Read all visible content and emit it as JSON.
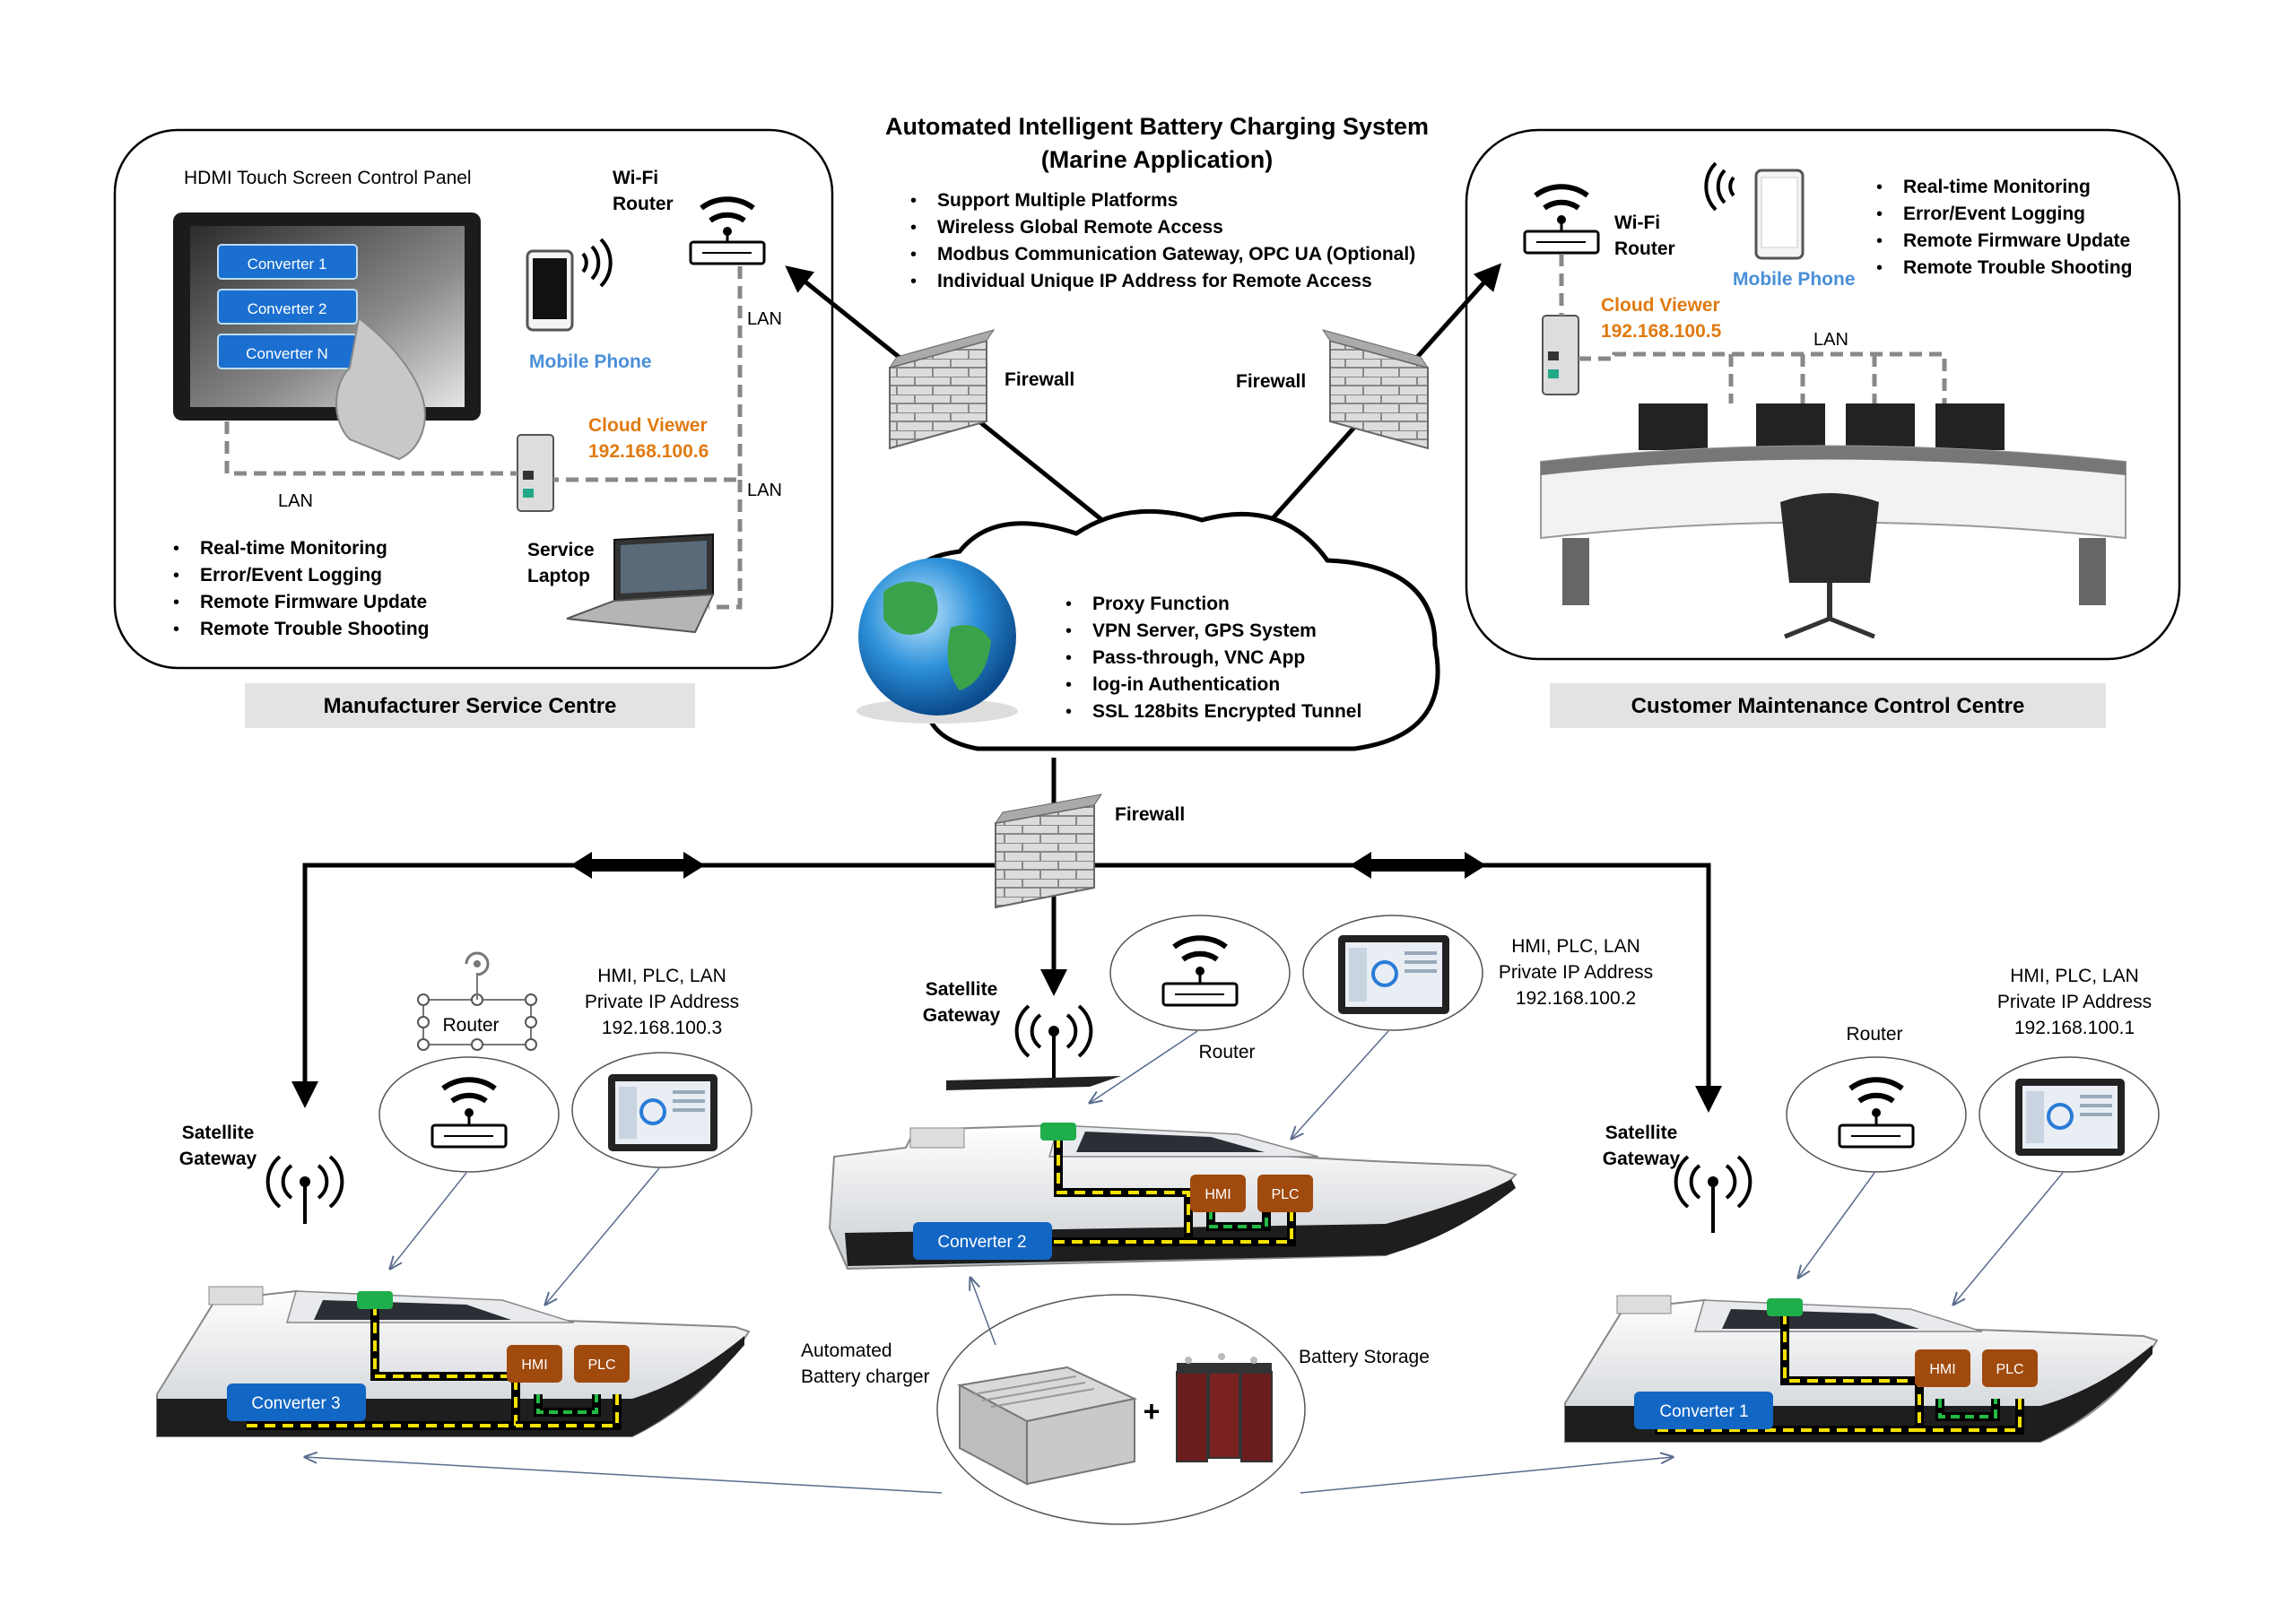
{
  "title": {
    "line1": "Automated Intelligent Battery Charging System",
    "line2": "(Marine Application)"
  },
  "title_bullets": [
    "Support Multiple Platforms",
    "Wireless Global Remote Access",
    "Modbus Communication Gateway, OPC UA (Optional)",
    "Individual Unique IP Address for Remote Access"
  ],
  "manufacturer": {
    "panel_title": "HDMI Touch Screen Control Panel",
    "converter_buttons": [
      "Converter 1",
      "Converter 2",
      "Converter N"
    ],
    "wifi_router": "Wi-Fi\nRouter",
    "mobile_phone": "Mobile Phone",
    "cloud_viewer": "Cloud Viewer",
    "cloud_viewer_ip": "192.168.100.6",
    "service_laptop": "Service\nLaptop",
    "lan_label": "LAN",
    "features": [
      "Real-time Monitoring",
      "Error/Event Logging",
      "Remote Firmware Update",
      "Remote Trouble Shooting"
    ],
    "banner": "Manufacturer Service Centre"
  },
  "customer": {
    "wifi_router": "Wi-Fi\nRouter",
    "mobile_phone": "Mobile Phone",
    "cloud_viewer": "Cloud Viewer",
    "cloud_viewer_ip": "192.168.100.5",
    "lan_label": "LAN",
    "features": [
      "Real-time Monitoring",
      "Error/Event Logging",
      "Remote Firmware Update",
      "Remote Trouble Shooting"
    ],
    "banner": "Customer Maintenance Control Centre"
  },
  "firewall_label": "Firewall",
  "cloud": {
    "features": [
      "Proxy Function",
      "VPN Server, GPS System",
      "Pass-through, VNC App",
      "log-in Authentication",
      "SSL 128bits Encrypted Tunnel"
    ]
  },
  "boats": {
    "left": {
      "gateway": "Satellite\nGateway",
      "router": "Router",
      "spec": "HMI, PLC, LAN\nPrivate IP Address\n192.168.100.3",
      "converter": "Converter 3",
      "hmi": "HMI",
      "plc": "PLC"
    },
    "center": {
      "gateway": "Satellite\nGateway",
      "router": "Router",
      "spec": "HMI, PLC, LAN\nPrivate IP Address\n192.168.100.2",
      "converter": "Converter 2",
      "hmi": "HMI",
      "plc": "PLC"
    },
    "right": {
      "gateway": "Satellite\nGateway",
      "router": "Router",
      "spec": "HMI, PLC, LAN\nPrivate IP Address\n192.168.100.1",
      "converter": "Converter 1",
      "hmi": "HMI",
      "plc": "PLC"
    }
  },
  "charger": {
    "label": "Automated\nBattery charger",
    "plus": "+",
    "storage": "Battery Storage"
  },
  "colors": {
    "orange": "#e07a10",
    "phone_blue": "#4a8fd8",
    "converter_blue": "#1266c4",
    "hmi_brown": "#a04a0e",
    "banner_gray": "#e3e3e3"
  }
}
